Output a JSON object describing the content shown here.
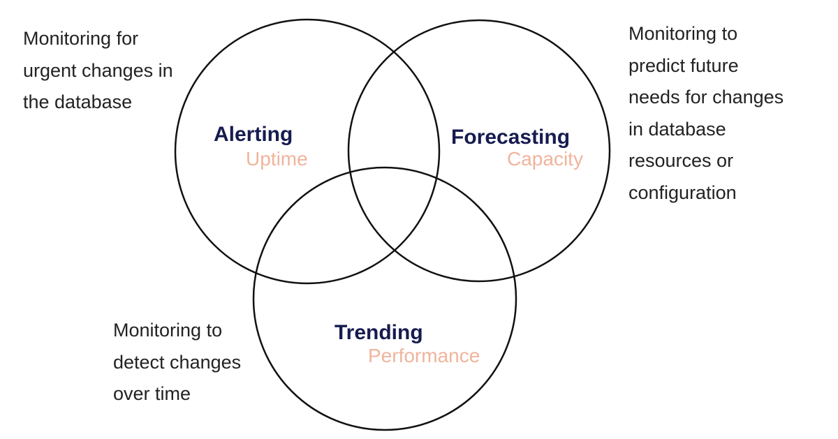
{
  "circles": [
    {
      "title": "Alerting",
      "subtitle": "Uptime",
      "description": "Monitoring for urgent changes in the database",
      "description_lines": [
        "Monitoring for",
        "urgent changes in",
        "the database"
      ]
    },
    {
      "title": "Forecasting",
      "subtitle": "Capacity",
      "description": "Monitoring to predict future needs for changes in database resources or configuration",
      "description_lines": [
        "Monitoring to",
        "predict future",
        "needs for changes",
        "in database",
        "resources or",
        "configuration"
      ]
    },
    {
      "title": "Trending",
      "subtitle": "Performance",
      "description": "Monitoring to detect changes over time",
      "description_lines": [
        "Monitoring to",
        "detect changes",
        "over time"
      ]
    }
  ],
  "colors": {
    "title": "#161b4f",
    "subtitle": "#f0b49c",
    "outline": "#111111"
  }
}
